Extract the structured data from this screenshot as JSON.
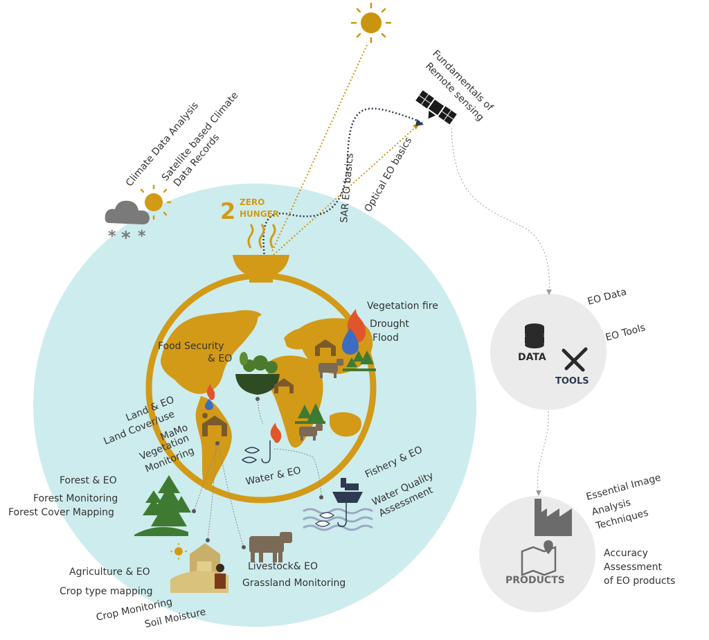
{
  "colors": {
    "teal_circle": "#cdeced",
    "gold": "#d39a17",
    "dark_green": "#2f4b23",
    "forest_green": "#4b7a2c",
    "light_grey_circle": "#ebebeb",
    "text": "#333333",
    "navy": "#2d3a50",
    "cloud": "#7a7a7a",
    "flame": "#e0562a",
    "drop": "#3d6cc0",
    "cow": "#7a6a56",
    "grey_icon": "#6b6b6b"
  },
  "header": {
    "number": "2",
    "zero": "ZERO",
    "hunger": "HUNGER"
  },
  "remote_sensing": {
    "fundamentals_line1": "Fundamentals of",
    "fundamentals_line2": "Remote sensing",
    "sar": "SAR EO basics",
    "optical": "Optical EO basics"
  },
  "climate": {
    "analysis": "Climate Data Analysis",
    "records_line1": "Satellite based Climate",
    "records_line2": "Data Records"
  },
  "center": {
    "food_security_line1": "Food Security",
    "food_security_line2": "& EO"
  },
  "hazards": {
    "fire": "Vegetation fire",
    "drought": "Drought",
    "flood": "Flood"
  },
  "land": {
    "line1": "Land & EO",
    "line2": "Land Cover/use",
    "line3": "MaMo",
    "line4": "Vegetation",
    "line5": "Monitoring"
  },
  "water": {
    "label": "Water & EO"
  },
  "fishery": {
    "line1": "Fishery & EO",
    "line2": "Water Quality",
    "line3": "Assessment"
  },
  "forest": {
    "line1": "Forest & EO",
    "line2": "Forest Monitoring",
    "line3": "Forest Cover Mapping"
  },
  "agriculture": {
    "line1": "Agriculture & EO",
    "line2": "Crop type mapping",
    "line3": "Crop Monitoring",
    "line4": "Soil Moisture"
  },
  "livestock": {
    "line1": "Livestock& EO",
    "line2": "Grassland Monitoring"
  },
  "data_tools": {
    "data": "DATA",
    "tools": "TOOLS",
    "eo_data": "EO Data",
    "eo_tools": "EO Tools"
  },
  "products": {
    "label": "PRODUCTS",
    "essential_line1": "Essential Image",
    "essential_line2": "Analysis",
    "essential_line3": "Techniques",
    "accuracy_line1": "Accuracy",
    "accuracy_line2": "Assessment",
    "accuracy_line3": "of EO products"
  }
}
